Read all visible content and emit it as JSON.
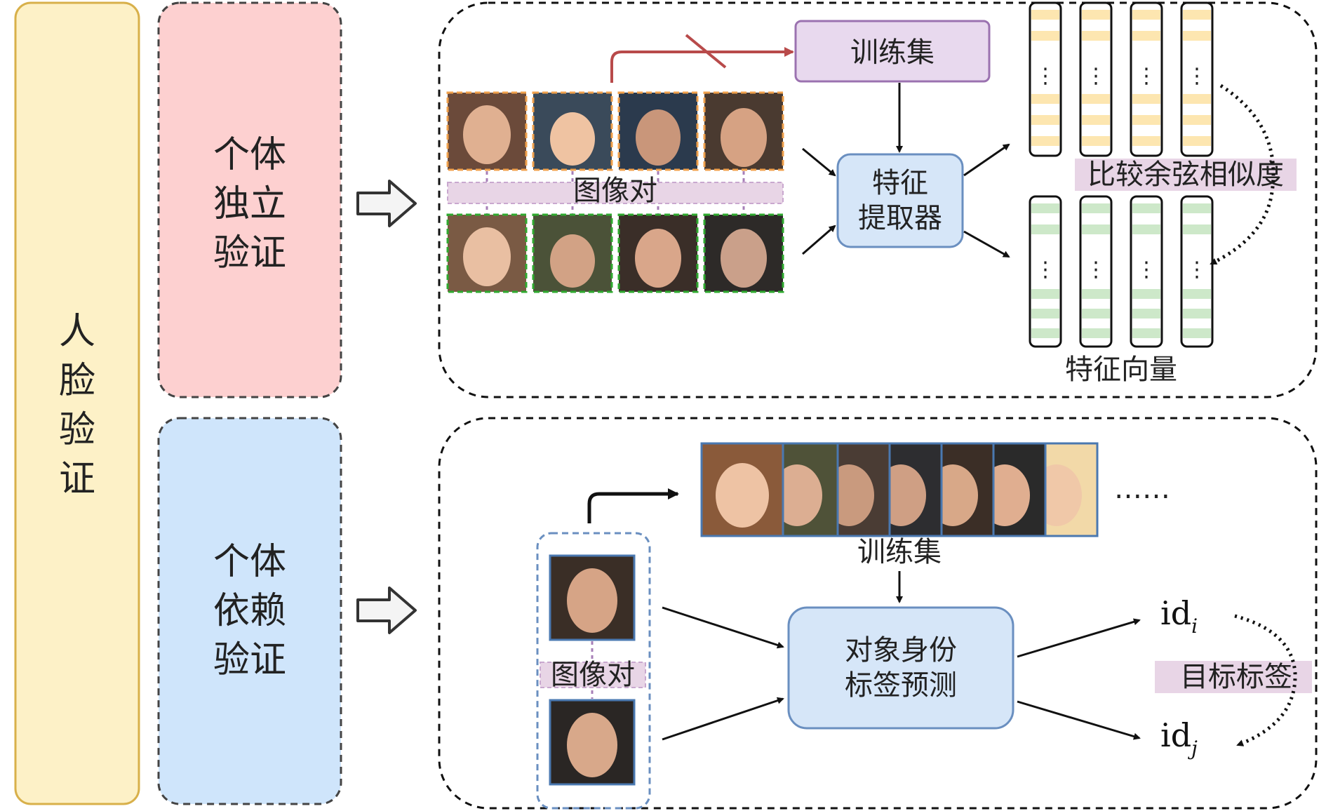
{
  "root": {
    "label_chars": [
      "人",
      "脸",
      "验",
      "证"
    ]
  },
  "categories": {
    "independent": {
      "lines": [
        "个体",
        "独立",
        "验证"
      ]
    },
    "dependent": {
      "lines": [
        "个体",
        "依赖",
        "验证"
      ]
    }
  },
  "top_panel": {
    "training_set": "训练集",
    "image_pair": "图像对",
    "extractor_lines": [
      "特征",
      "提取器"
    ],
    "similarity": "比较余弦相似度",
    "feature_vectors": "特征向量",
    "vector_ellipsis": "⋮"
  },
  "bottom_panel": {
    "training_set": "训练集",
    "image_pair": "图像对",
    "predictor_lines": [
      "对象身份",
      "标签预测"
    ],
    "id_i": {
      "base": "id",
      "sub": "i"
    },
    "id_j": {
      "base": "id",
      "sub": "j"
    },
    "target_label": "目标标签",
    "ellipsis": "……"
  },
  "colors": {
    "root_fill": "#fdf1c7",
    "root_stroke": "#d8b04a",
    "independent_fill": "#fdd0d0",
    "dependent_fill": "#cfe5fb",
    "training_fill": "#e8d9ee",
    "training_stroke": "#9b72b0",
    "module_fill": "#d6e6f8",
    "module_stroke": "#6a8fc0",
    "label_band": "#e8d5e6",
    "blocked_arrow": "#b84a4a",
    "photo_border_top": "#f0a04b",
    "photo_border_bottom": "#2faa2f",
    "vector_top": "#fde6b0",
    "vector_bottom": "#cde8c9",
    "pair_frame": "#6a8fc0"
  },
  "icons": {
    "face_photo": "face-photo-icon",
    "arrow": "hollow-right-arrow-icon",
    "cross": "cross-mark-icon"
  }
}
